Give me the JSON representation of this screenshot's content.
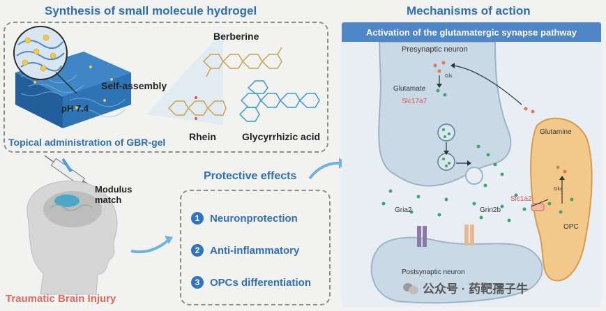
{
  "left": {
    "heading": "Synthesis of small molecule hydrogel",
    "molecules": {
      "berberine": "Berberine",
      "rhein": "Rhein",
      "glycyrrhizic_acid": "Glycyrrhizic acid"
    },
    "self_assembly": "Self-assembly",
    "ph": "pH 7.4",
    "topical": "Topical administration of GBR-gel",
    "modulus_match": "Modulus\nmatch",
    "tbi": "Traumatic Brain Injury"
  },
  "effects": {
    "title": "Protective effects",
    "items": [
      {
        "num": "1",
        "label": "Neuronprotection"
      },
      {
        "num": "2",
        "label": "Anti-inflammatory"
      },
      {
        "num": "3",
        "label": "OPCs differentiation"
      }
    ]
  },
  "mechanism": {
    "heading": "Mechanisms of action",
    "banner": "Activation of the glutamatergic synapse pathway",
    "presynaptic": "Presynaptic neuron",
    "glutamate": "Glutamate",
    "gls": "Gls",
    "slc17a7": "Slc17a7",
    "glutamine": "Glutamine",
    "glul": "Glul",
    "slc1a2": "Slc1a2",
    "gria2": "Gria2",
    "grin2b": "Grin2b",
    "opc": "OPC",
    "postsynaptic": "Postsynaptic neuron"
  },
  "watermark": "公众号 · 药靶孺子牛",
  "colors": {
    "accent_blue": "#2e6fb5",
    "banner_blue": "#4f86c8",
    "tbi_red": "#e06a5a",
    "neuron_fill": "#c9d9e6",
    "opc_fill": "#f3c98b",
    "gel_blue": "#2a6fb0",
    "dot_green": "#3aa86b"
  }
}
